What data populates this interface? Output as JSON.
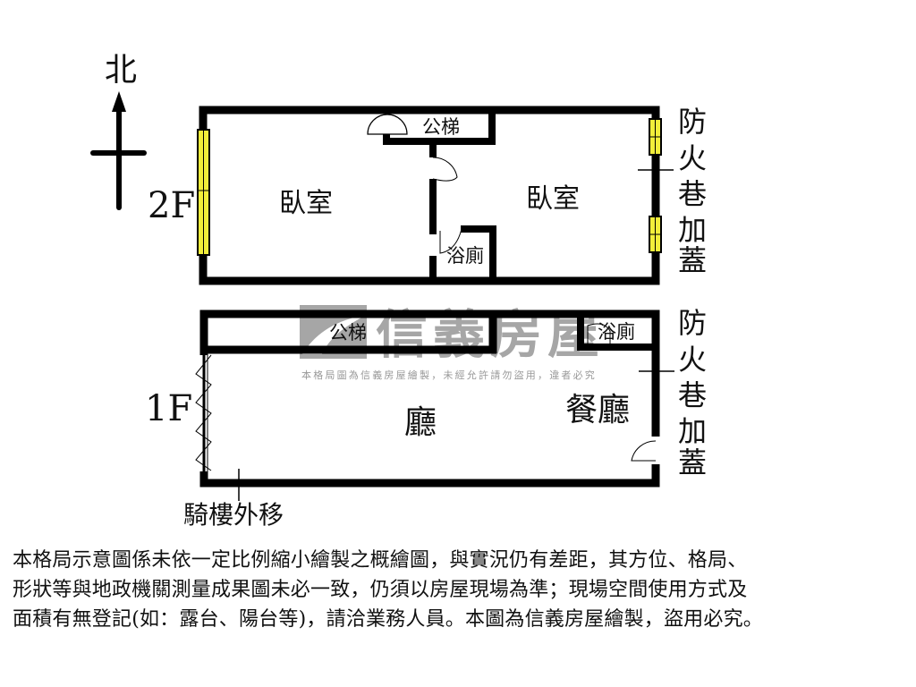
{
  "compass": {
    "label": "北"
  },
  "floor2": {
    "label": "2F",
    "rooms": [
      {
        "name": "臥室",
        "pos": "left"
      },
      {
        "name": "臥室",
        "pos": "right"
      }
    ],
    "public_stair": "公梯",
    "bathroom": "浴廁",
    "side_note": [
      "防",
      "火",
      "巷",
      "加",
      "蓋"
    ]
  },
  "floor1": {
    "label": "1F",
    "public_stair": "公梯",
    "bathroom": "浴廁",
    "living_room": "廳",
    "dining_room": "餐廳",
    "arcade_note": "騎樓外移",
    "side_note": [
      "防",
      "火",
      "巷",
      "加",
      "蓋"
    ]
  },
  "watermark": {
    "brand": "信義房屋",
    "notice": "本格局圖為信義房屋繪製，未經允許請勿盜用，違者必究",
    "color": "#a6a6a6"
  },
  "colors": {
    "wall": "#000000",
    "window_fill": "#f2ee3a"
  },
  "disclaimer": {
    "lines": [
      "本格局示意圖係未依一定比例縮小繪製之概繪圖，與實況仍有差距，其方位、格局、",
      "形狀等與地政機關測量成果圖未必一致，仍須以房屋現場為準；現場空間使用方式及",
      "面積有無登記(如：露台、陽台等)，請洽業務人員。本圖為信義房屋繪製，盜用必究。"
    ]
  }
}
